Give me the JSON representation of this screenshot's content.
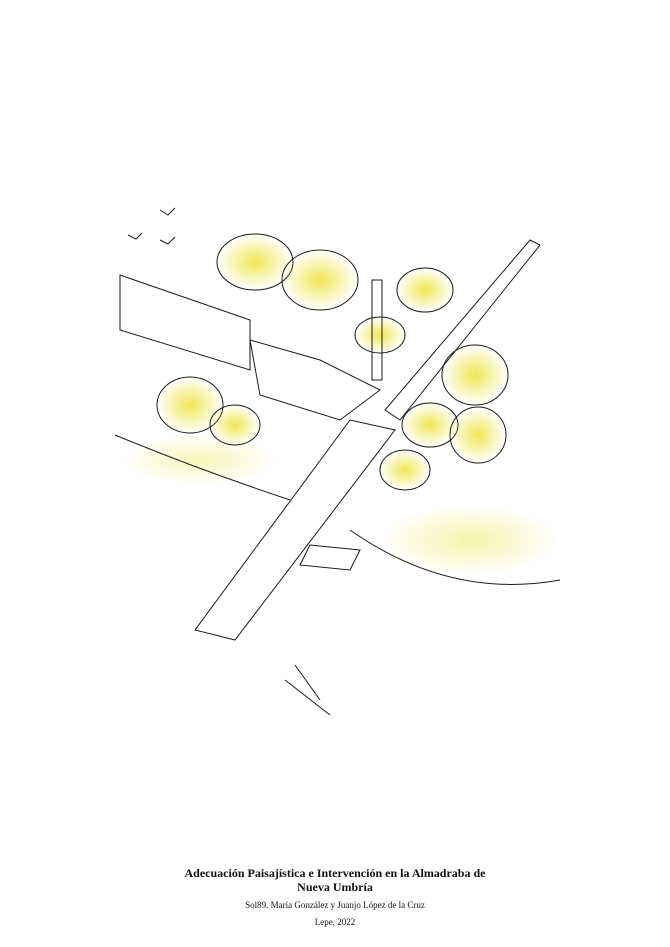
{
  "caption": {
    "title_line1": "Adecuación Paisajística e Intervención en la Almadraba de",
    "title_line2": "Nueva Umbría",
    "credits": "Sol89. María González y Juanjo López de la Cruz",
    "place_date": "Lepe, 2022"
  },
  "colors": {
    "ink": "#1a1a1a",
    "yellow": "#e8e01a",
    "orange": "#e0a040"
  }
}
